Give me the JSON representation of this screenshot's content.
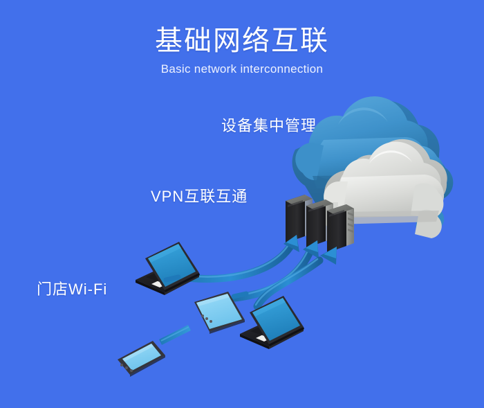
{
  "page": {
    "background_color": "#4270eb",
    "title": "基础网络互联",
    "subtitle": "Basic network interconnection"
  },
  "diagram": {
    "labels": {
      "cloud_management": "设备集中管理",
      "vpn_interconnect": "VPN互联互通",
      "store_wifi": "门店Wi-Fi"
    },
    "colors": {
      "background": "#4270eb",
      "cloud_blue": "#3f92cb",
      "cloud_blue_dark": "#2f7cb2",
      "cloud_white": "#dcddda",
      "cloud_white_shadow": "#b9bbb8",
      "server_dark": "#262626",
      "server_top": "#6d6f6c",
      "server_side": "#8e908d",
      "arrow_blue": "#1f74b5",
      "arrow_blue_light": "#2b8fd4",
      "device_screen": "#7fcdf2",
      "laptop_screen": "#2e9bd4",
      "device_body": "#3a3a40",
      "link_line": "#0f4f86",
      "text": "#ffffff"
    },
    "nodes": [
      {
        "name": "cloud-blue",
        "type": "cloud",
        "label": "设备集中管理"
      },
      {
        "name": "cloud-white",
        "type": "cloud",
        "label": ""
      },
      {
        "name": "server-rack",
        "type": "server",
        "count": 3
      },
      {
        "name": "laptop-left",
        "type": "laptop"
      },
      {
        "name": "laptop-right",
        "type": "laptop"
      },
      {
        "name": "tablet",
        "type": "tablet"
      },
      {
        "name": "smartphone",
        "type": "phone"
      }
    ],
    "connections": [
      {
        "from": "laptop-left",
        "to": "server-rack",
        "style": "arrow-curved"
      },
      {
        "from": "tablet",
        "to": "server-rack",
        "style": "arrow-curved"
      },
      {
        "from": "laptop-right",
        "to": "server-rack",
        "style": "arrow-curved"
      },
      {
        "from": "server-rack",
        "to": "cloud-white",
        "style": "line"
      },
      {
        "from": "smartphone",
        "to": "tablet",
        "style": "dash"
      }
    ]
  }
}
